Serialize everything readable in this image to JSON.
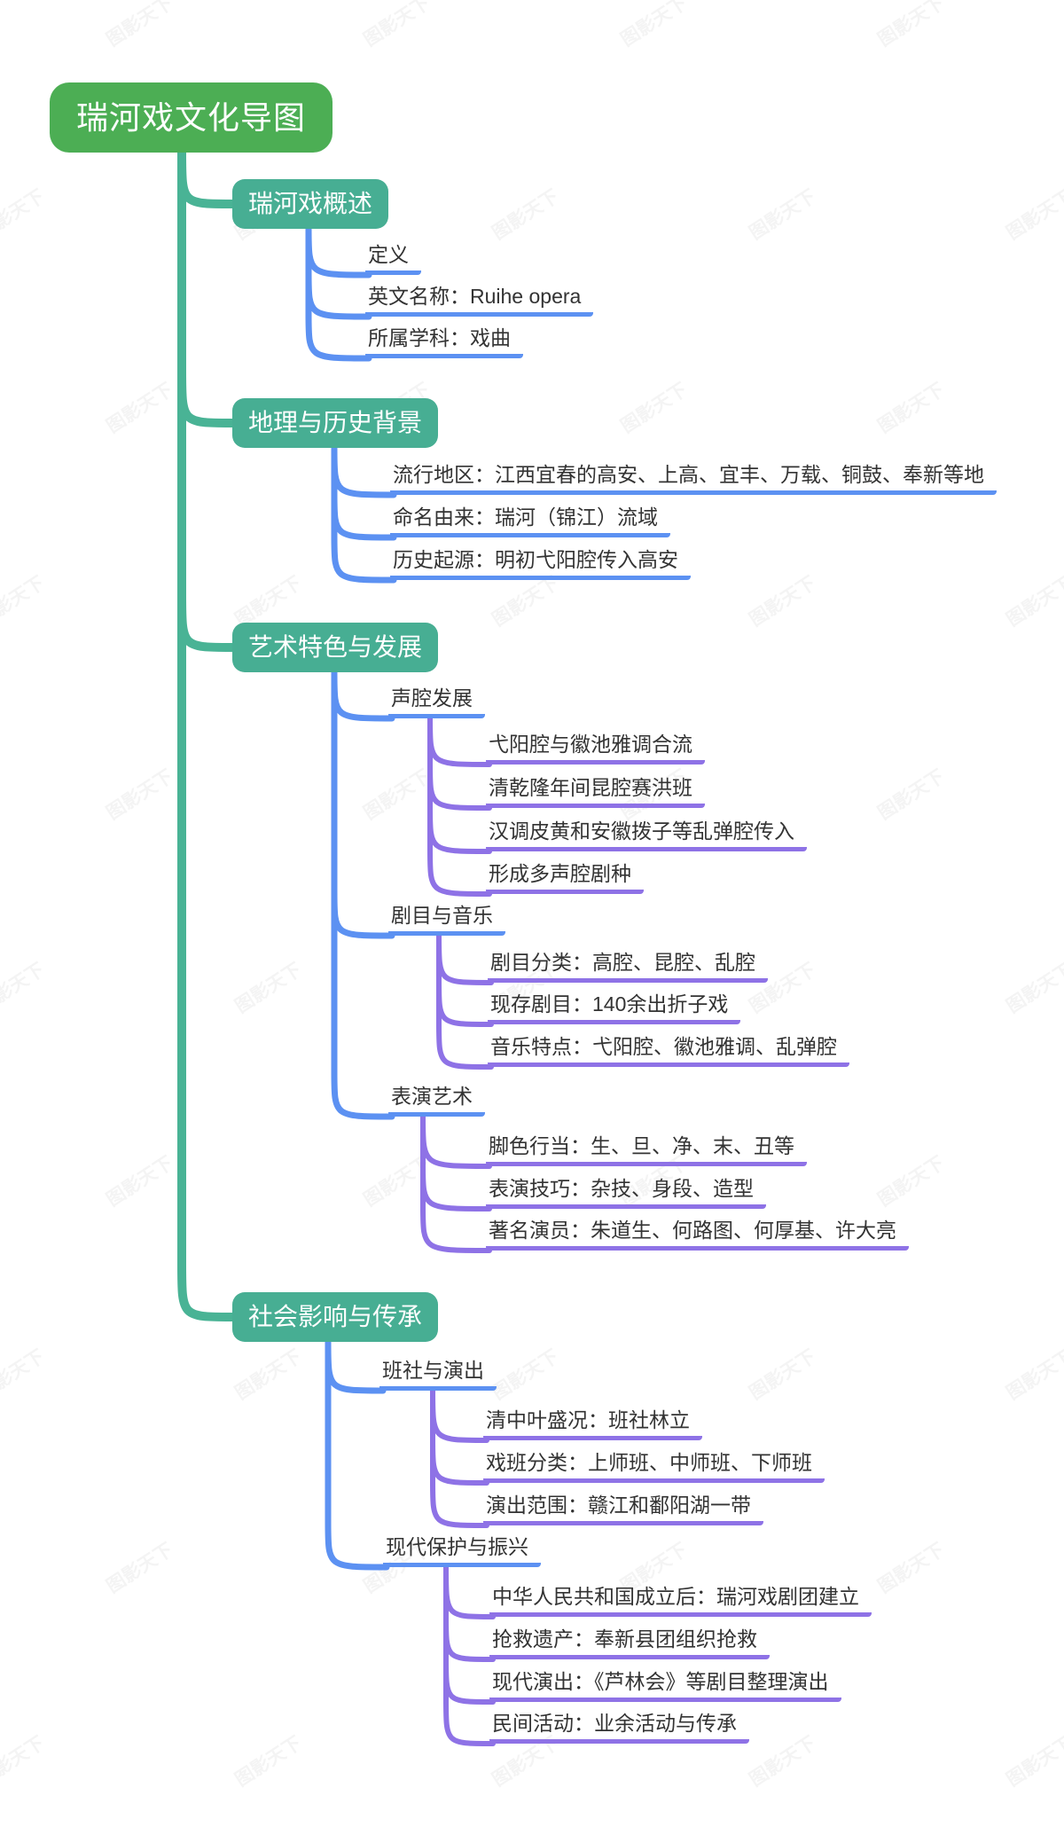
{
  "watermark_text": "图影天下",
  "colors": {
    "root_green": "#4CAE54",
    "topic_teal": "#47AE93",
    "branch_teal": "#49B395",
    "branch_blue": "#5C91F2",
    "branch_purple": "#8E72E6",
    "text": "#333333"
  },
  "root": {
    "label": "瑞河戏文化导图"
  },
  "topics": [
    {
      "label": "瑞河戏概述",
      "children": [
        {
          "label": "定义"
        },
        {
          "label": "英文名称：Ruihe opera"
        },
        {
          "label": "所属学科：戏曲"
        }
      ]
    },
    {
      "label": "地理与历史背景",
      "children": [
        {
          "label": "流行地区：江西宜春的高安、上高、宜丰、万载、铜鼓、奉新等地"
        },
        {
          "label": "命名由来：瑞河（锦江）流域"
        },
        {
          "label": "历史起源：明初弋阳腔传入高安"
        }
      ]
    },
    {
      "label": "艺术特色与发展",
      "children": [
        {
          "label": "声腔发展",
          "children": [
            {
              "label": "弋阳腔与徽池雅调合流"
            },
            {
              "label": "清乾隆年间昆腔赛洪班"
            },
            {
              "label": "汉调皮黄和安徽拨子等乱弹腔传入"
            },
            {
              "label": "形成多声腔剧种"
            }
          ]
        },
        {
          "label": "剧目与音乐",
          "children": [
            {
              "label": "剧目分类：高腔、昆腔、乱腔"
            },
            {
              "label": "现存剧目：140余出折子戏"
            },
            {
              "label": "音乐特点：弋阳腔、徽池雅调、乱弹腔"
            }
          ]
        },
        {
          "label": "表演艺术",
          "children": [
            {
              "label": "脚色行当：生、旦、净、末、丑等"
            },
            {
              "label": "表演技巧：杂技、身段、造型"
            },
            {
              "label": "著名演员：朱道生、何路图、何厚基、许大亮"
            }
          ]
        }
      ]
    },
    {
      "label": "社会影响与传承",
      "children": [
        {
          "label": "班社与演出",
          "children": [
            {
              "label": "清中叶盛况：班社林立"
            },
            {
              "label": "戏班分类：上师班、中师班、下师班"
            },
            {
              "label": "演出范围：赣江和鄱阳湖一带"
            }
          ]
        },
        {
          "label": "现代保护与振兴",
          "children": [
            {
              "label": "中华人民共和国成立后：瑞河戏剧团建立"
            },
            {
              "label": "抢救遗产：奉新县团组织抢救"
            },
            {
              "label": "现代演出：《芦林会》等剧目整理演出"
            },
            {
              "label": "民间活动：业余活动与传承"
            }
          ]
        }
      ]
    }
  ]
}
